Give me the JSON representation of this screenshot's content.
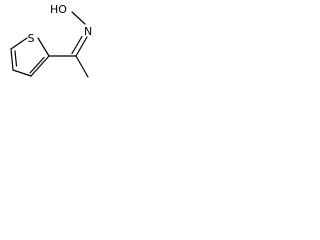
{
  "molecule": {
    "atoms": {
      "sulfur": "S",
      "nitrogen": "N",
      "hydroxyl": "HO"
    }
  }
}
